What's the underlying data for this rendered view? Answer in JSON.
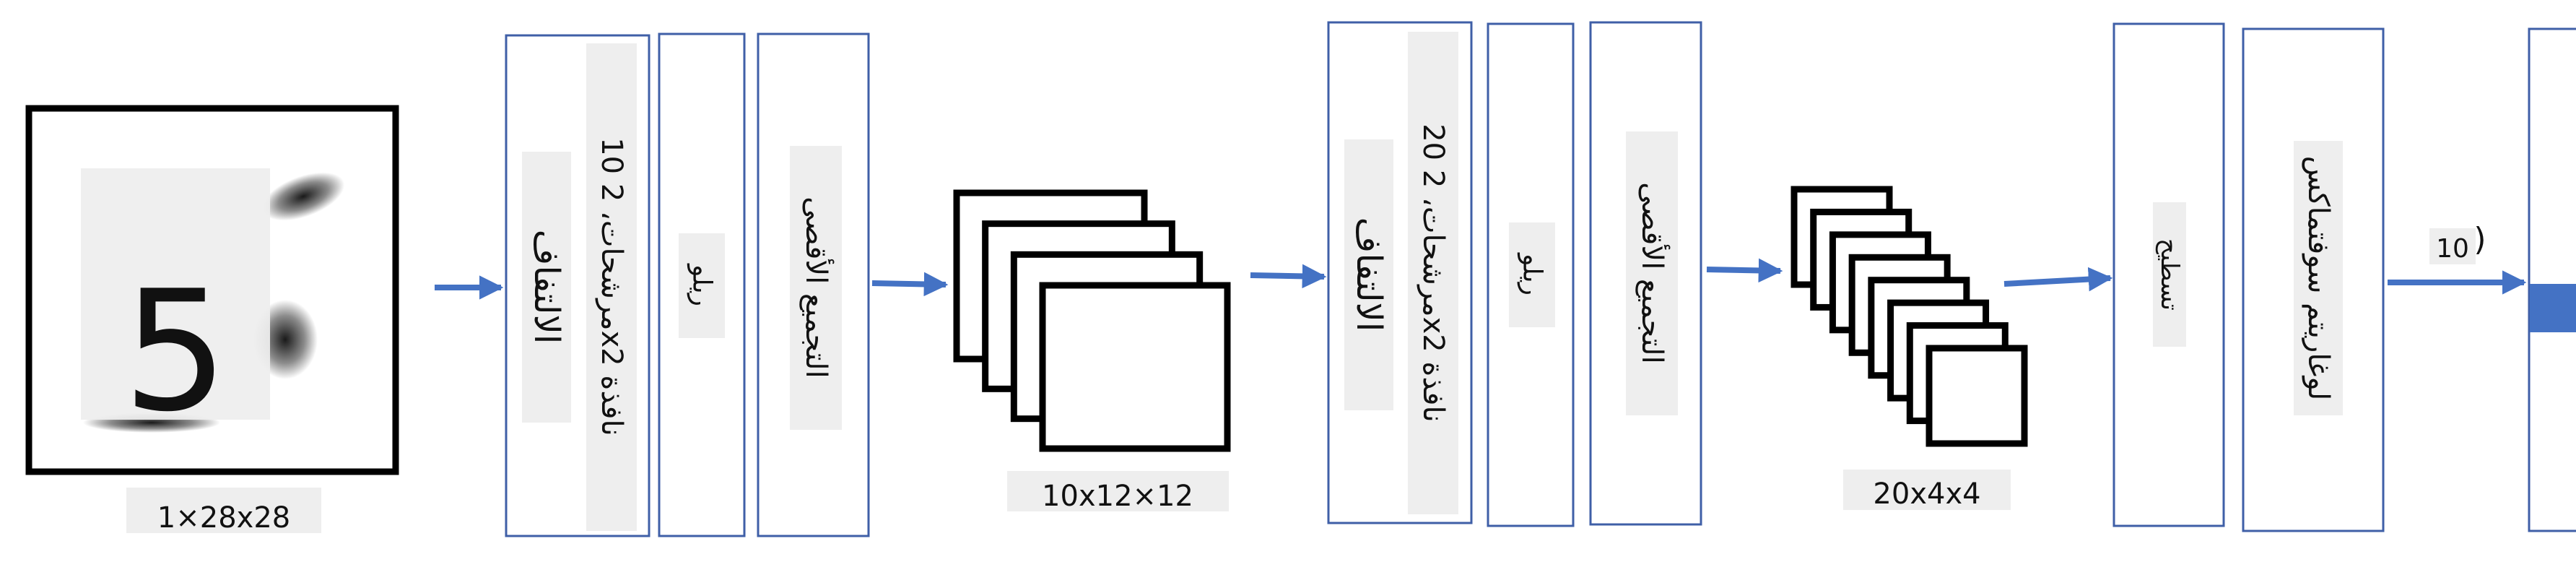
{
  "colors": {
    "layer_border": "#3f5fa7",
    "arrow": "#4472c4",
    "label_bg": "#eeeeee",
    "text": "#111111",
    "output_fill": "#4472c4"
  },
  "input": {
    "digit": "5",
    "dim": "1×28x28"
  },
  "block1": {
    "conv_title": "الالتفاف",
    "conv_detail": "10 مرشحات، 2x2 نافذة",
    "relu": "ريلو",
    "pool": "التجميع الأقصى"
  },
  "features1": {
    "dim": "10x12×12",
    "count": 4
  },
  "block2": {
    "conv_title": "الالتفاف",
    "conv_detail": "20 مرشحات، 2x2 نافذة",
    "relu": "ريلو",
    "pool": "التجميع الأقصى"
  },
  "features2": {
    "dim": "20x4x4",
    "count": 8
  },
  "flatten": {
    "label": "تسطيح"
  },
  "fc": {
    "label": "لوغاريتم سوفتماكس"
  },
  "output": {
    "size": "10",
    "paren": ")"
  }
}
